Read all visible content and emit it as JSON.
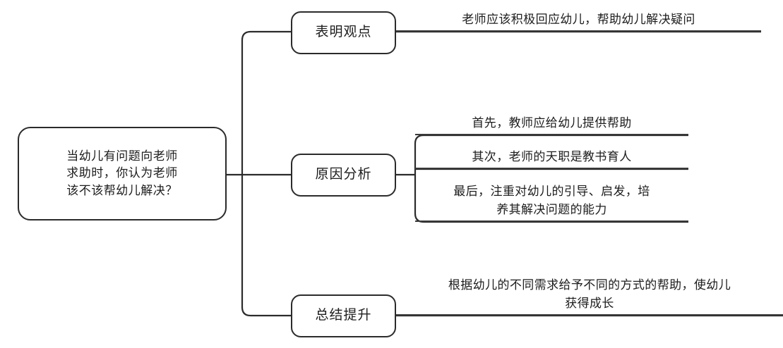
{
  "diagram": {
    "type": "mind-map",
    "orientation": "left-to-right",
    "line_color": "#2b2b2b",
    "background": "#ffffff",
    "root": {
      "label": "当幼儿有问题向老师\n求助时，你认为老师\n该不该帮幼儿解决？"
    },
    "branches": [
      {
        "label": "表明观点",
        "leaves": [
          {
            "label": "老师应该积极回应幼儿，帮助幼儿解决疑问"
          }
        ]
      },
      {
        "label": "原因分析",
        "leaves": [
          {
            "label": "首先，教师应给幼儿提供帮助"
          },
          {
            "label": "其次，老师的天职是教书育人"
          },
          {
            "label": "最后，注重对幼儿的引导、启发，培\n养其解决问题的能力"
          }
        ]
      },
      {
        "label": "总结提升",
        "leaves": [
          {
            "label": "根据幼儿的不同需求给予不同的方式的帮助，使幼儿\n获得成长"
          }
        ]
      }
    ]
  }
}
